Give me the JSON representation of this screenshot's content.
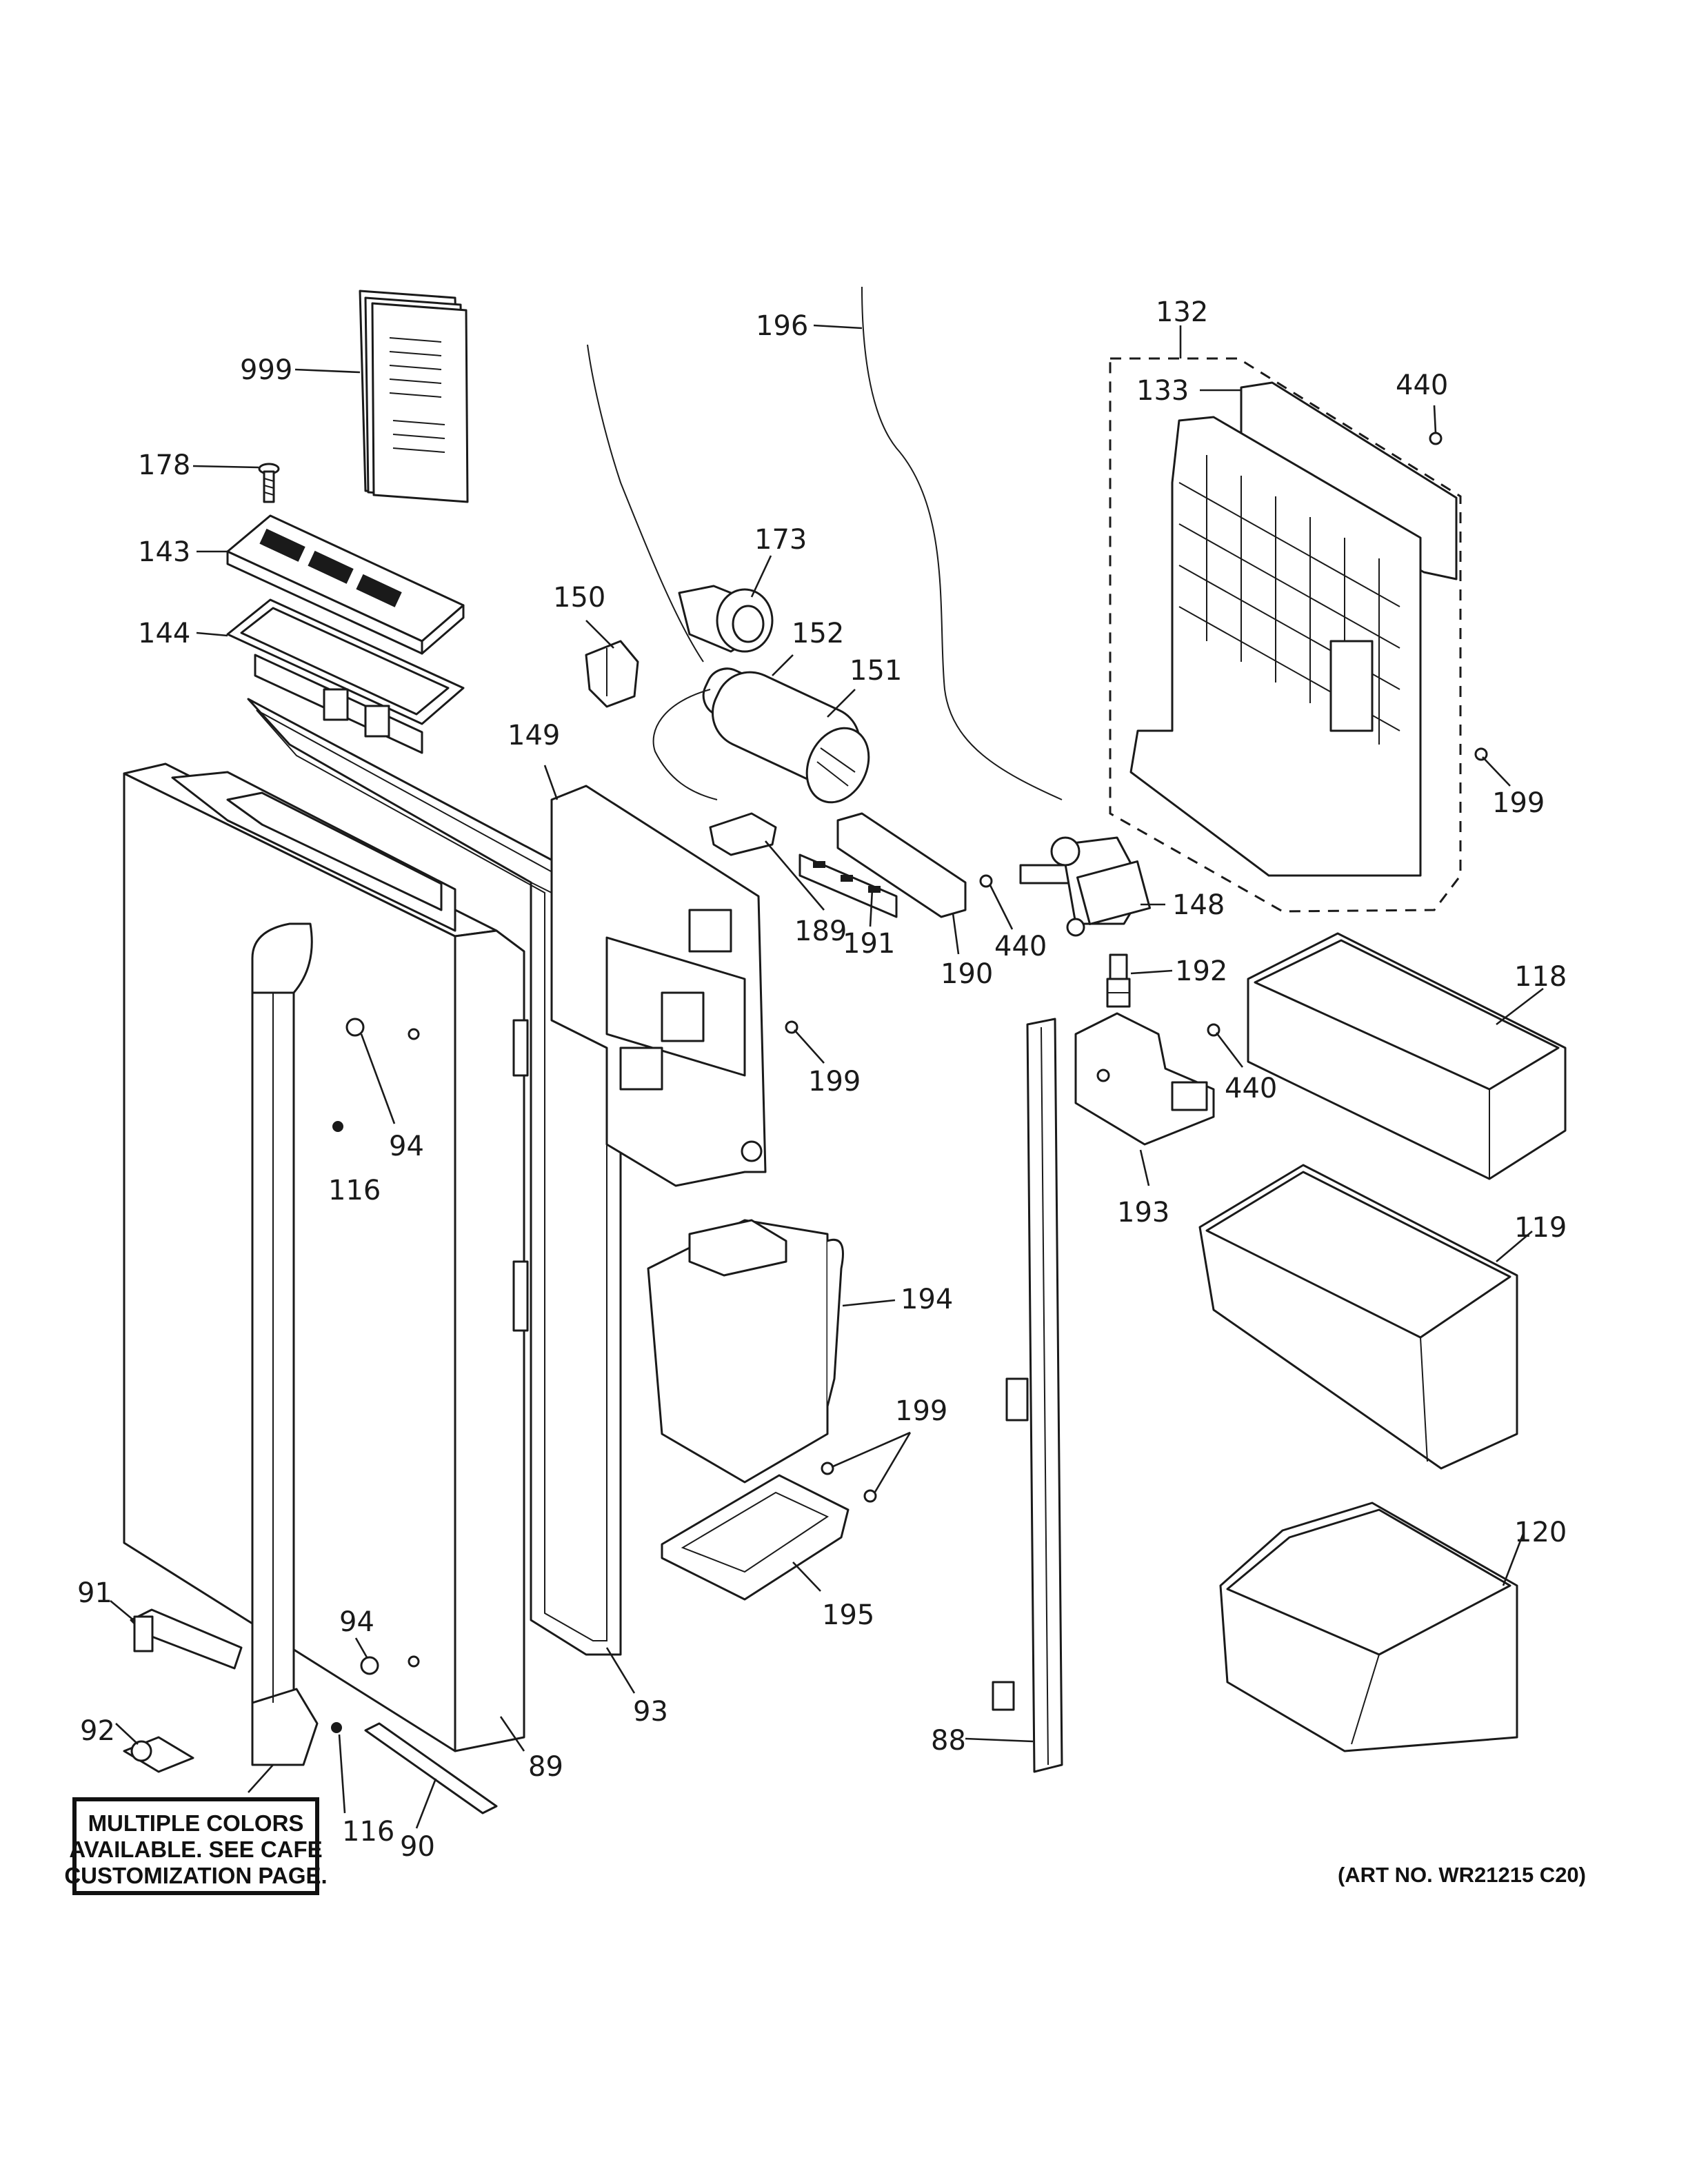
{
  "callouts": [
    {
      "id": "c999",
      "label": "999"
    },
    {
      "id": "c178",
      "label": "178"
    },
    {
      "id": "c143",
      "label": "143"
    },
    {
      "id": "c144",
      "label": "144"
    },
    {
      "id": "c196",
      "label": "196"
    },
    {
      "id": "c173",
      "label": "173"
    },
    {
      "id": "c152",
      "label": "152"
    },
    {
      "id": "c151",
      "label": "151"
    },
    {
      "id": "c150",
      "label": "150"
    },
    {
      "id": "c149",
      "label": "149"
    },
    {
      "id": "c132",
      "label": "132"
    },
    {
      "id": "c133",
      "label": "133"
    },
    {
      "id": "c440a",
      "label": "440"
    },
    {
      "id": "c199a",
      "label": "199"
    },
    {
      "id": "c189",
      "label": "189"
    },
    {
      "id": "c191",
      "label": "191"
    },
    {
      "id": "c190",
      "label": "190"
    },
    {
      "id": "c440b",
      "label": "440"
    },
    {
      "id": "c148",
      "label": "148"
    },
    {
      "id": "c192",
      "label": "192"
    },
    {
      "id": "c199b",
      "label": "199"
    },
    {
      "id": "c440c",
      "label": "440"
    },
    {
      "id": "c118",
      "label": "118"
    },
    {
      "id": "c94a",
      "label": "94"
    },
    {
      "id": "c116a",
      "label": "116"
    },
    {
      "id": "c193",
      "label": "193"
    },
    {
      "id": "c119",
      "label": "119"
    },
    {
      "id": "c194",
      "label": "194"
    },
    {
      "id": "c199c",
      "label": "199"
    },
    {
      "id": "c195",
      "label": "195"
    },
    {
      "id": "c120",
      "label": "120"
    },
    {
      "id": "c91",
      "label": "91"
    },
    {
      "id": "c94b",
      "label": "94"
    },
    {
      "id": "c93",
      "label": "93"
    },
    {
      "id": "c92",
      "label": "92"
    },
    {
      "id": "c89",
      "label": "89"
    },
    {
      "id": "c88",
      "label": "88"
    },
    {
      "id": "c116b",
      "label": "116"
    },
    {
      "id": "c90",
      "label": "90"
    }
  ],
  "note": {
    "lines": [
      "MULTIPLE COLORS",
      "AVAILABLE. SEE CAFE",
      "CUSTOMIZATION PAGE."
    ]
  },
  "art_number": "(ART NO. WR21215 C20)"
}
